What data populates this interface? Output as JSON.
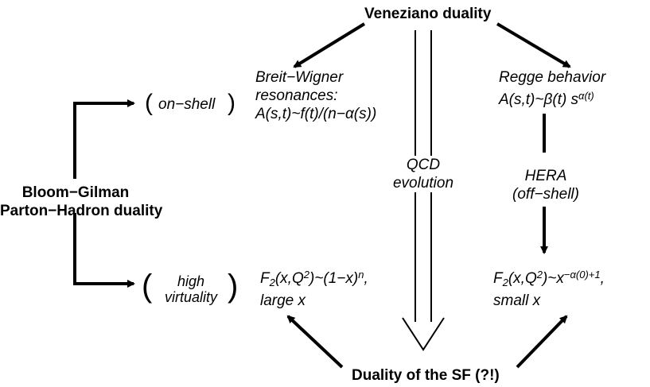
{
  "veneziano": {
    "title": "Veneziano duality"
  },
  "bloom_gilman": {
    "line1": "Bloom−Gilman",
    "line2": "Parton−Hadron duality"
  },
  "onshell": {
    "label": "on−shell"
  },
  "high_virtuality": {
    "line1": "high",
    "line2": "virtuality"
  },
  "breit_wigner": {
    "line1": "Breit−Wigner",
    "line2": "resonances:",
    "formula": "A(s,t)~f(t)/(n−α(s))"
  },
  "regge": {
    "line1": "Regge behavior",
    "formula_base": "A(s,t)~β(t) s",
    "formula_exp": "α(t)"
  },
  "qcd": {
    "line1": "QCD",
    "line2": "evolution"
  },
  "hera": {
    "line1": "HERA",
    "line2": "(off−shell)"
  },
  "large_x": {
    "f": "F",
    "sub": "2",
    "mid": "(x,Q",
    "sup1": "2",
    "tail": ")~(1−x)",
    "sup2": "n",
    "end": ",",
    "line2": "large x"
  },
  "small_x": {
    "f": "F",
    "sub": "2",
    "mid": "(x,Q",
    "sup1": "2",
    "tail": ")~x",
    "sup2": "−α(0)+1",
    "end": ",",
    "line2": "small x"
  },
  "duality_sf": {
    "title": "Duality of the SF (?!)"
  }
}
